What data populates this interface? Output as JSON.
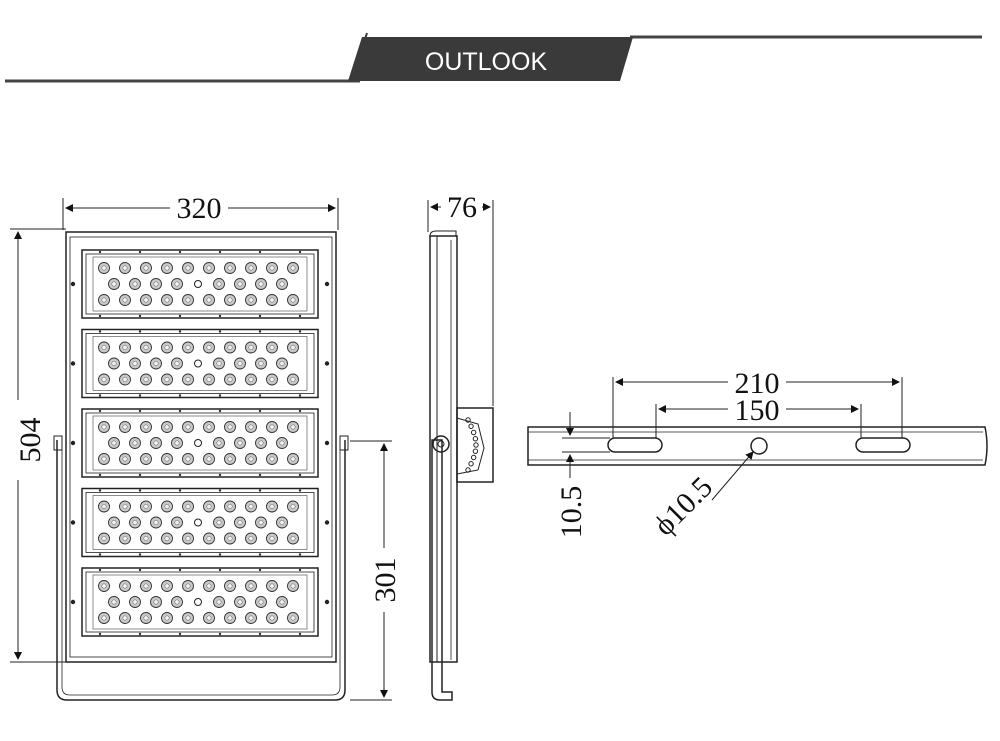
{
  "header": {
    "title": "OUTLOOK"
  },
  "dimensions": {
    "width": "320",
    "height": "504",
    "depth": "76",
    "bracket_height": "301",
    "hole_spacing_outer": "210",
    "hole_spacing_inner": "150",
    "slot_width": "10.5",
    "hole_diameter": "ϕ10.5"
  },
  "modules": {
    "count": 5
  },
  "colors": {
    "banner": "#3a3a3a",
    "line": "#222222"
  }
}
